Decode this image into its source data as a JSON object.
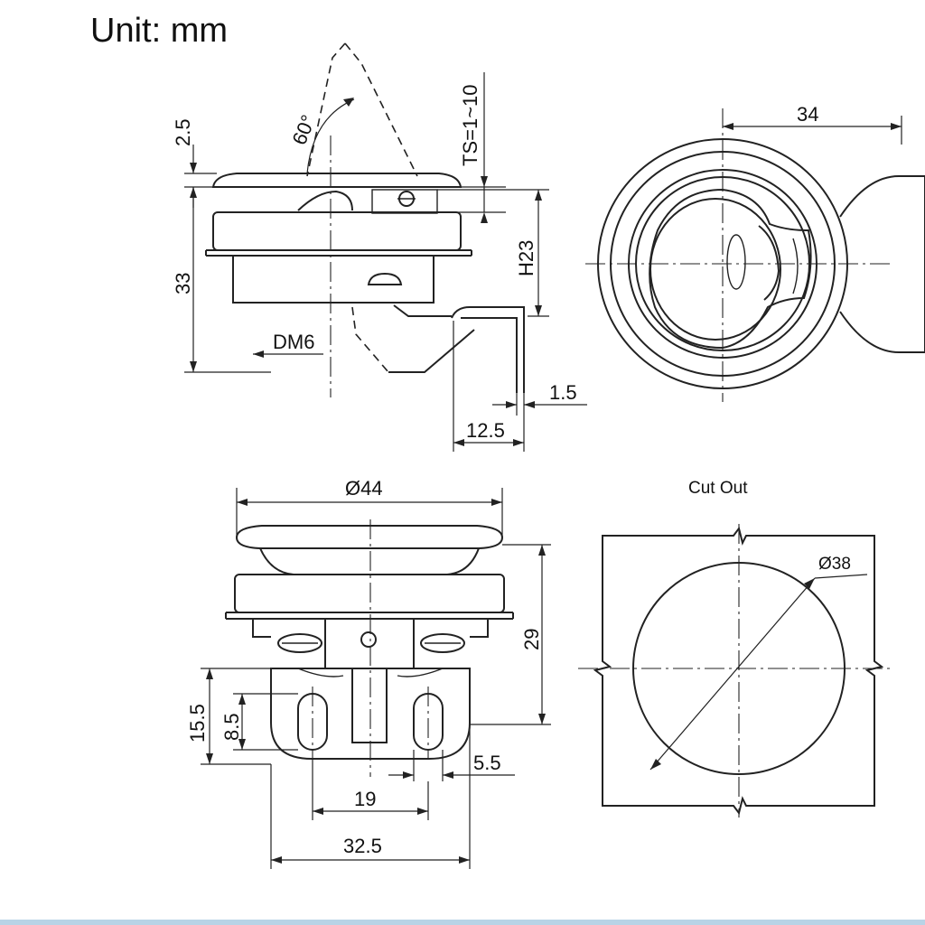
{
  "unit_label": "Unit: mm",
  "cutout_title": "Cut Out",
  "side_view": {
    "dim_top_gap": "2.5",
    "angle": "60°",
    "thickness": "TS=1~10",
    "height_total": "33",
    "height_lower": "H23",
    "screw": "DM6",
    "bracket_thickness": "1.5",
    "bracket_offset": "12.5"
  },
  "top_view": {
    "radius_dim": "34"
  },
  "front_view": {
    "diameter": "Ø44",
    "height": "29",
    "height_left": "15.5",
    "slot_height": "8.5",
    "slot_width": "5.5",
    "slot_spacing": "19",
    "bracket_width": "32.5"
  },
  "cut_out": {
    "diameter": "Ø38"
  }
}
